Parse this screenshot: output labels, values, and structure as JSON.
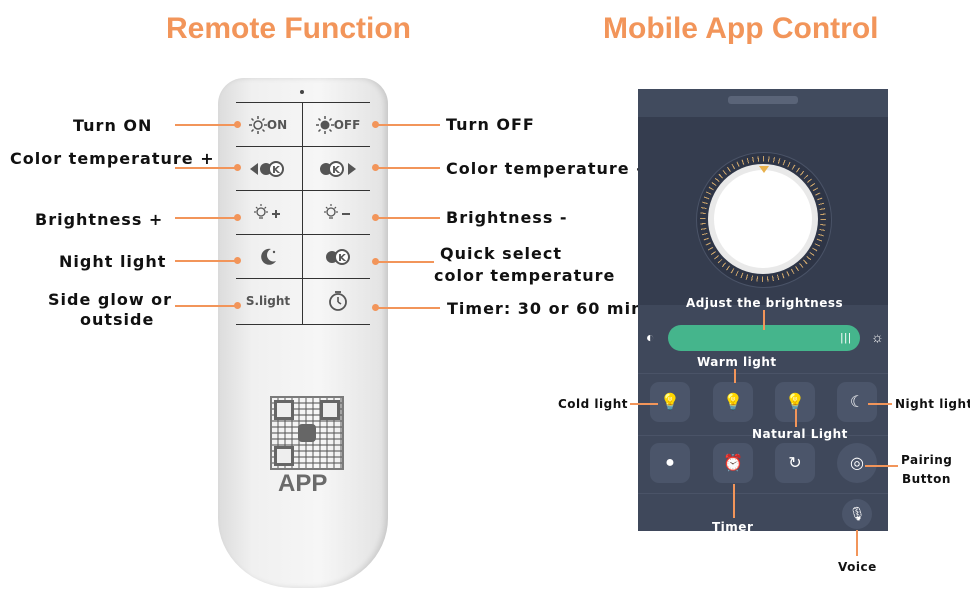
{
  "headings": {
    "remote": "Remote Function",
    "app": "Mobile App Control"
  },
  "remote_labels": {
    "turn_on": "Turn ON",
    "turn_off": "Turn OFF",
    "ct_plus": "Color temperature +",
    "ct_minus": "Color temperature -",
    "bright_plus": "Brightness +",
    "bright_minus": "Brightness -",
    "night": "Night light",
    "quick_1": "Quick select",
    "quick_2": "color temperature",
    "side_1": "Side glow or",
    "side_2": "outside",
    "timer": "Timer: 30 or 60 min"
  },
  "remote_buttons": {
    "on": "ON",
    "off": "OFF",
    "slight": "S.light",
    "app": "APP"
  },
  "app_labels": {
    "adjust": "Adjust the brightness",
    "warm": "Warm light",
    "cold": "Cold light",
    "natural": "Natural Light",
    "night": "Night light",
    "pairing_1": "Pairing",
    "pairing_2": "Button",
    "timer": "Timer",
    "voice": "Voice"
  },
  "colors": {
    "accent": "#f2955a",
    "slider": "#45b58c",
    "phone_bg": "#3b4457"
  },
  "icons": [
    "sun-icon",
    "color-temp-icon",
    "brightness-icon",
    "moon-icon",
    "timer-icon",
    "bulb-icon",
    "alarm-clock-icon",
    "reset-icon",
    "fingerprint-icon",
    "microphone-icon"
  ]
}
